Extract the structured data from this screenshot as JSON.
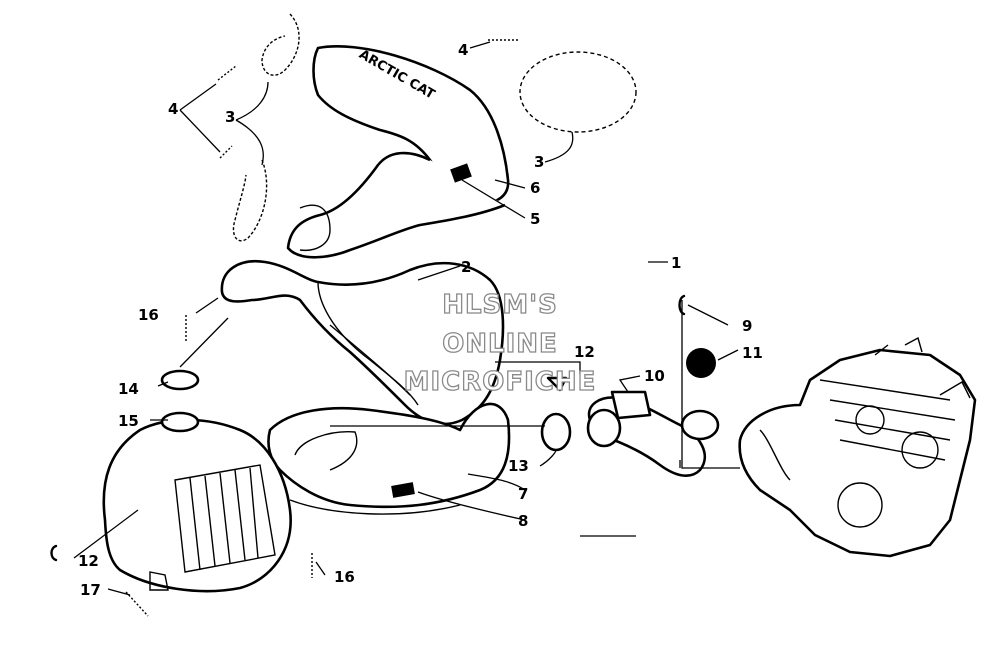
{
  "watermark": {
    "line1": "HLSM'S",
    "line2": "ONLINE",
    "line3": "MICROFICHE"
  },
  "callouts": {
    "c1": "1",
    "c2": "2",
    "c3a": "3",
    "c3b": "3",
    "c4a": "4",
    "c4b": "4",
    "c5": "5",
    "c6": "6",
    "c7": "7",
    "c8": "8",
    "c9": "9",
    "c10": "10",
    "c11": "11",
    "c12a": "12",
    "c12b": "12",
    "c13": "13",
    "c14": "14",
    "c15": "15",
    "c16a": "16",
    "c16b": "16",
    "c17": "17"
  }
}
